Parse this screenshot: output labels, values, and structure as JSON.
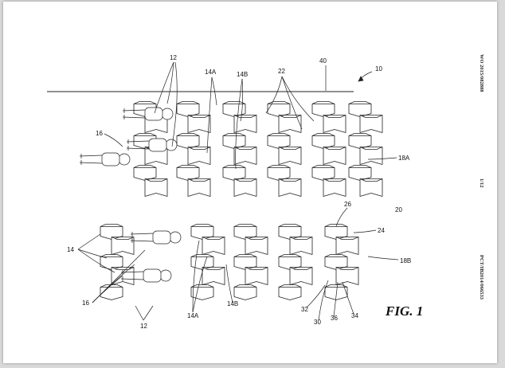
{
  "document": {
    "publication_number": "WO 2015/082888",
    "application_number": "PCT/IB2014/066533",
    "page_indicator": "1/12",
    "figure_label": "FIG. 1"
  },
  "reference_numerals": {
    "twelve_top": "12",
    "fourteen_a_top": "14A",
    "fourteen_b_top": "14B",
    "twenty_two": "22",
    "forty": "40",
    "ten": "10",
    "sixteen_top": "16",
    "eighteen_a": "18A",
    "twenty_six": "26",
    "twenty": "20",
    "twenty_four": "24",
    "fourteen_left": "14",
    "eighteen_b": "18B",
    "sixteen_bottom": "16",
    "twelve_bottom": "12",
    "fourteen_a_bottom": "14A",
    "fourteen_b_bottom": "14B",
    "thirty_two": "32",
    "thirty": "30",
    "thirty_six": "36",
    "thirty_four": "34"
  }
}
